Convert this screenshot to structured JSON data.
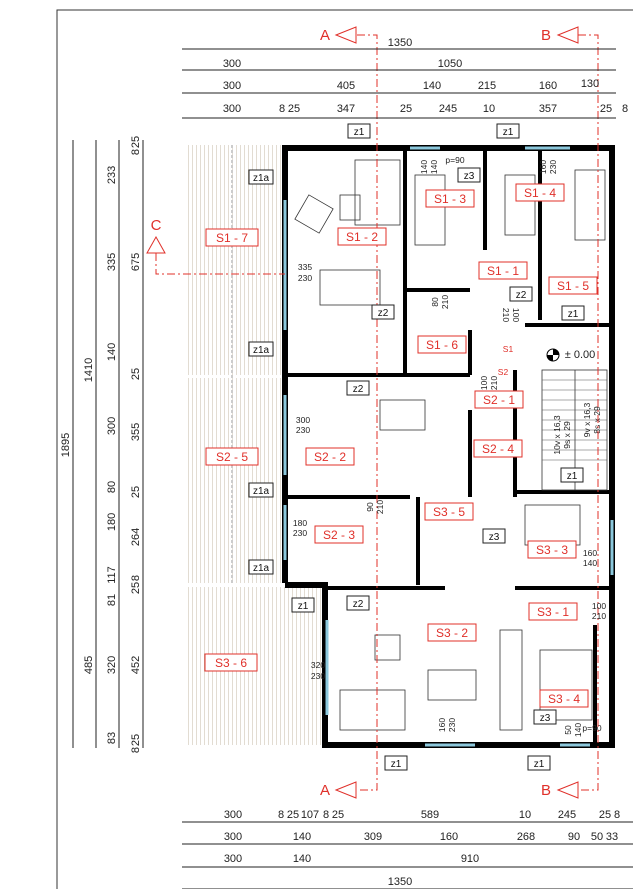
{
  "sections": {
    "a": "A",
    "b": "B",
    "c": "C"
  },
  "colors": {
    "walls": "#000000",
    "room_labels": "#e0302a",
    "windows": "#8cc8dc",
    "section_lines": "#e0302a"
  },
  "top_dims": {
    "row1": [
      "1350"
    ],
    "row2": [
      "300",
      "1050"
    ],
    "row3": [
      "300",
      "405",
      "140",
      "215",
      "160",
      "130"
    ],
    "row4": [
      "300",
      "8",
      "25",
      "347",
      "25",
      "245",
      "10",
      "357",
      "25",
      "8"
    ]
  },
  "bottom_dims": {
    "row1": [
      "300",
      "8",
      "25",
      "107",
      "8",
      "25",
      "589",
      "10",
      "245",
      "25",
      "8"
    ],
    "row2": [
      "300",
      "140",
      "309",
      "160",
      "268",
      "90",
      "50",
      "33"
    ],
    "row3": [
      "300",
      "140",
      "910"
    ],
    "row4": [
      "1350"
    ]
  },
  "left_dims": {
    "col1": [
      "1895"
    ],
    "col2": [
      "1410",
      "485"
    ],
    "col3": [
      "233",
      "335",
      "140",
      "300",
      "80",
      "180",
      "117",
      "81",
      "320",
      "83"
    ],
    "col4": [
      "25",
      "8",
      "675",
      "25",
      "355",
      "25",
      "264",
      "8",
      "25",
      "452",
      "8",
      "25"
    ]
  },
  "rooms": [
    "S1 - 7",
    "S1 - 2",
    "S1 - 3",
    "S1 - 4",
    "S1 - 1",
    "S1 - 5",
    "S1 - 6",
    "S2 - 1",
    "S2 - 5",
    "S2 - 2",
    "S2 - 4",
    "S3 - 5",
    "S2 - 3",
    "S3 - 3",
    "S3 - 1",
    "S3 - 2",
    "S3 - 6",
    "S3 - 4"
  ],
  "tags": [
    "z1a",
    "z1",
    "z1",
    "z3",
    "z2",
    "z2",
    "z1",
    "z1a",
    "z2",
    "z1a",
    "z1",
    "z3",
    "z1a",
    "z1",
    "z2",
    "z3",
    "z1",
    "z1"
  ],
  "openings": {
    "w1": [
      "335",
      "230"
    ],
    "w2": [
      "300",
      "230"
    ],
    "w3": [
      "180",
      "230"
    ],
    "w4": [
      "320",
      "230"
    ],
    "w5": [
      "160",
      "140"
    ],
    "w6": [
      "160",
      "230"
    ],
    "w7": [
      "140",
      "140"
    ],
    "w8": [
      "160",
      "230"
    ],
    "d1": [
      "90",
      "210"
    ],
    "d2": [
      "80",
      "210"
    ],
    "d3": [
      "100",
      "210"
    ],
    "d4": [
      "100",
      "210"
    ],
    "d5": [
      "100",
      "210"
    ],
    "d6": [
      "50",
      "140"
    ]
  },
  "notes": {
    "p1": "p=90",
    "p2": "p=90",
    "level": "± 0.00",
    "s1": "S1",
    "s2": "S2"
  },
  "stairs": {
    "a1": "10v x 16,3",
    "a2": "9s x 29",
    "b1": "9v x 16,3",
    "b2": "8s x 29"
  }
}
